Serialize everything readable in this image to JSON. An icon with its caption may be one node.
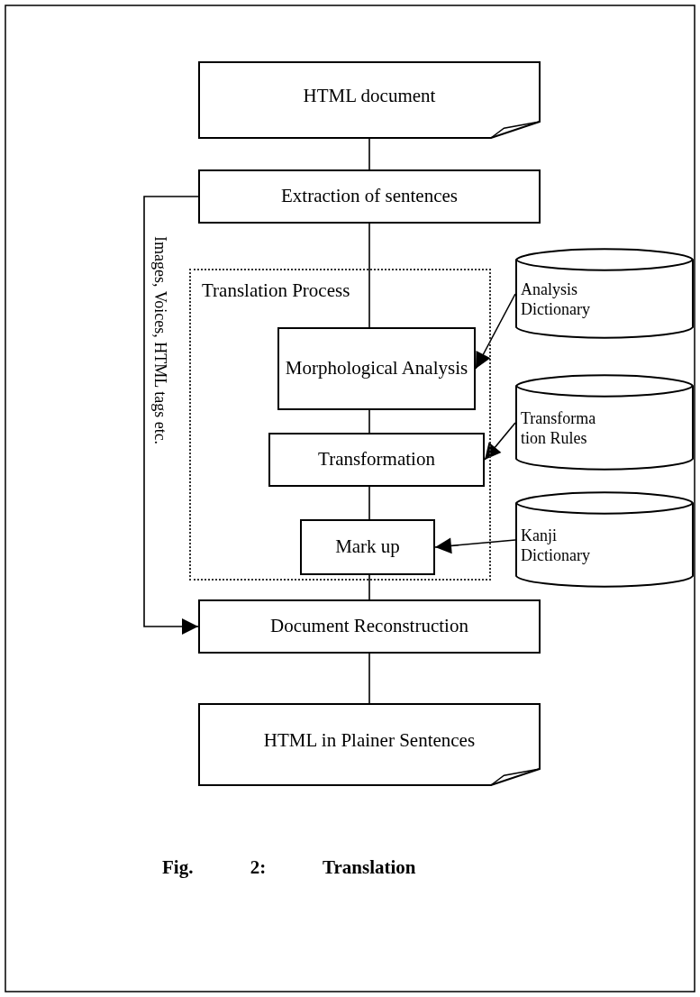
{
  "diagram": {
    "caption": "Fig. 2: Translation",
    "nodes": [
      {
        "text": [
          "HTML document"
        ]
      },
      {
        "text": [
          "Extraction of sentences"
        ]
      },
      {
        "text": [
          "Translation Process"
        ]
      },
      {
        "text": [
          "Morphological Analysis"
        ],
        "in": 2
      },
      {
        "text": [
          "Transformation"
        ],
        "in": 2
      },
      {
        "text": [
          "Mark up"
        ],
        "in": 2
      },
      {
        "text": [
          "Analysis Dictionary"
        ]
      },
      {
        "text": [
          "Transforma tion Rules"
        ]
      },
      {
        "text": [
          "Kanji Dictionary"
        ]
      },
      {
        "text": [
          "Document Reconstruction"
        ]
      },
      {
        "text": [
          "HTML in Plainer Sentences"
        ]
      }
    ],
    "edges": [
      {
        "from": 0,
        "to": 1,
        "arrow": "none"
      },
      {
        "from": 1,
        "to": 3,
        "arrow": "none"
      },
      {
        "from": 3,
        "to": 4,
        "arrow": "none"
      },
      {
        "from": 4,
        "to": 5,
        "arrow": "none"
      },
      {
        "from": 5,
        "to": 9,
        "arrow": "none"
      },
      {
        "from": 9,
        "to": 10,
        "arrow": "none"
      },
      {
        "from": 1,
        "to": 9,
        "arrow": "to",
        "label": "Images, Voices, HTML tags etc."
      },
      {
        "from": 6,
        "to": 3,
        "arrow": "to"
      },
      {
        "from": 7,
        "to": 4,
        "arrow": "to"
      },
      {
        "from": 8,
        "to": 5,
        "arrow": "to"
      }
    ]
  }
}
